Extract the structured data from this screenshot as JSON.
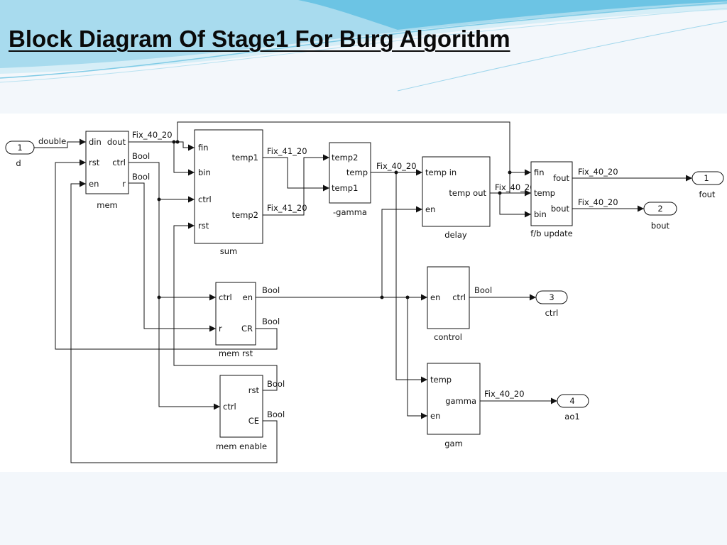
{
  "title": "Block Diagram Of Stage1 For Burg Algorithm",
  "inputs": [
    {
      "num": "1",
      "label": "d"
    }
  ],
  "outputs": [
    {
      "num": "1",
      "label": "fout"
    },
    {
      "num": "2",
      "label": "bout"
    },
    {
      "num": "3",
      "label": "ctrl"
    },
    {
      "num": "4",
      "label": "ao1"
    }
  ],
  "blocks": [
    {
      "id": "mem",
      "name": "mem",
      "in_ports": [
        "din",
        "rst",
        "en"
      ],
      "out_ports": [
        "dout",
        "ctrl",
        "r"
      ]
    },
    {
      "id": "sum",
      "name": "sum",
      "in_ports": [
        "fin",
        "bin",
        "ctrl",
        "rst"
      ],
      "out_ports": [
        "temp1",
        "temp2"
      ]
    },
    {
      "id": "gamma",
      "name": "-gamma",
      "in_ports": [
        "temp2",
        "temp1"
      ],
      "out_ports": [
        "temp"
      ]
    },
    {
      "id": "delay",
      "name": "delay",
      "in_ports": [
        "temp in",
        "en"
      ],
      "out_ports": [
        "temp out"
      ]
    },
    {
      "id": "fbupdate",
      "name": "f/b update",
      "in_ports": [
        "fin",
        "temp",
        "bin"
      ],
      "out_ports": [
        "fout",
        "bout"
      ]
    },
    {
      "id": "memrst",
      "name": "mem rst",
      "in_ports": [
        "ctrl",
        "r"
      ],
      "out_ports": [
        "en",
        "CR"
      ]
    },
    {
      "id": "control",
      "name": "control",
      "in_ports": [
        "en"
      ],
      "out_ports": [
        "ctrl"
      ]
    },
    {
      "id": "gam",
      "name": "gam",
      "in_ports": [
        "temp",
        "en"
      ],
      "out_ports": [
        "gamma"
      ]
    },
    {
      "id": "memenable",
      "name": "mem enable",
      "in_ports": [
        "ctrl"
      ],
      "out_ports": [
        "rst",
        "CE"
      ]
    }
  ],
  "signal_labels": [
    {
      "id": "double",
      "text": "double"
    },
    {
      "id": "mem-dout",
      "text": "Fix_40_20"
    },
    {
      "id": "mem-ctrl",
      "text": "Bool"
    },
    {
      "id": "mem-r",
      "text": "Bool"
    },
    {
      "id": "sum-temp1",
      "text": "Fix_41_20"
    },
    {
      "id": "sum-temp2",
      "text": "Fix_41_20"
    },
    {
      "id": "gamma-temp",
      "text": "Fix_40_20"
    },
    {
      "id": "delay-out",
      "text": "Fix_40_20"
    },
    {
      "id": "fout",
      "text": "Fix_40_20"
    },
    {
      "id": "bout",
      "text": "Fix_40_20"
    },
    {
      "id": "memrst-en",
      "text": "Bool"
    },
    {
      "id": "memrst-cr",
      "text": "Bool"
    },
    {
      "id": "control-out",
      "text": "Bool"
    },
    {
      "id": "gam-out",
      "text": "Fix_40_20"
    },
    {
      "id": "memenable-rst",
      "text": "Bool"
    },
    {
      "id": "memenable-ce",
      "text": "Bool"
    }
  ],
  "colors": {
    "background": "#f3f7fb",
    "wave": "#5ab8de",
    "line": "#111111"
  }
}
